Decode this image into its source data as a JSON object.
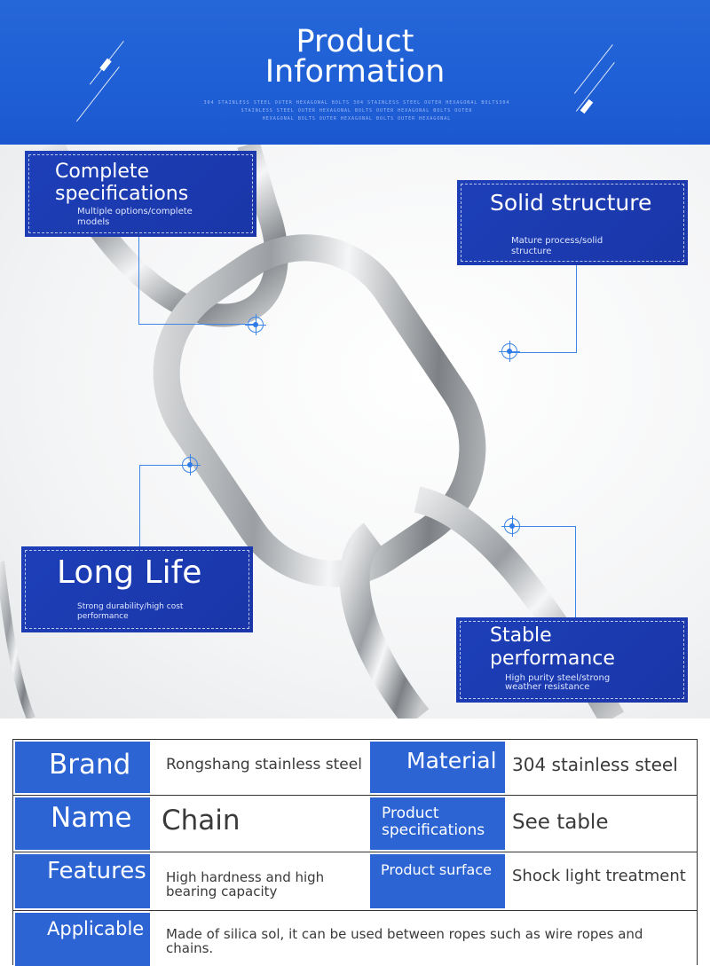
{
  "header": {
    "title_line1": "Product",
    "title_line2": "Information",
    "sub_line1": "304 STAINLESS STEEL OUTER HEXAGONAL BOLTS 304 STAINLESS STEEL OUTER HEXAGONAL BOLTS304",
    "sub_line2": "STAINLESS STEEL OUTER HEXAGONAL BOLTS OUTER HEXAGONAL BOLTS OUTER",
    "sub_line3": "HEXAGONAL BOLTS OUTER HEXAGONAL BOLTS OUTER HEXAGONAL"
  },
  "callouts": {
    "specs": {
      "title_line1": "Complete",
      "title_line2": "specifications",
      "desc_line1": "Multiple options/complete",
      "desc_line2": "models"
    },
    "solid": {
      "title": "Solid structure",
      "desc_line1": "Mature process/solid",
      "desc_line2": "structure"
    },
    "longlife": {
      "title": "Long Life",
      "desc_line1": "Strong durability/high cost",
      "desc_line2": "performance"
    },
    "stable": {
      "title_line1": "Stable",
      "title_line2": "performance",
      "desc_line1": "High purity steel/strong",
      "desc_line2": "weather resistance"
    }
  },
  "table": {
    "brand_label": "Brand",
    "brand_value": "Rongshang stainless steel",
    "material_label": "Material",
    "material_value": "304 stainless steel",
    "name_label": "Name",
    "name_value": "Chain",
    "spec_label_line1": "Product",
    "spec_label_line2": "specifications",
    "spec_value": "See table",
    "features_label": "Features",
    "features_value_line1": "High hardness and high",
    "features_value_line2": "bearing capacity",
    "surface_label": "Product surface",
    "surface_value": "Shock light treatment",
    "applicable_label": "Applicable",
    "applicable_value_line1": "Made of silica sol, it can be used between ropes such as wire ropes and",
    "applicable_value_line2": "chains."
  },
  "colors": {
    "header_blue": "#2566d8",
    "callout_blue": "#1d3fb8",
    "label_blue": "#2c64d4",
    "leader_blue": "#3b86e8"
  }
}
